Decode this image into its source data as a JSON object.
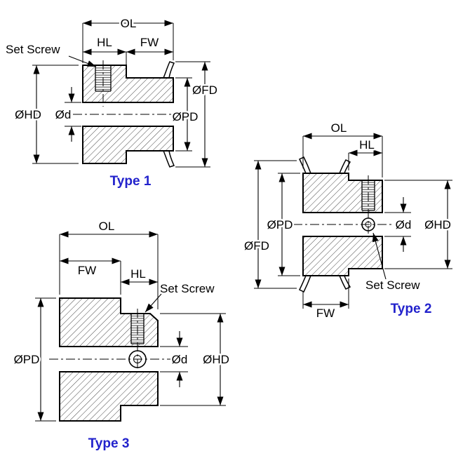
{
  "labels": {
    "overall_length": "OL",
    "face_width": "FW",
    "hub_length": "HL",
    "set_screw": "Set Screw",
    "hub_diameter": "ØHD",
    "bore_diameter": "Ød",
    "pitch_diameter": "ØPD",
    "flange_diameter": "ØFD"
  },
  "views": {
    "type1": {
      "caption": "Type 1"
    },
    "type2": {
      "caption": "Type 2"
    },
    "type3": {
      "caption": "Type 3"
    }
  },
  "colors": {
    "caption": "#2222cc",
    "line": "#000000",
    "background": "#ffffff"
  }
}
